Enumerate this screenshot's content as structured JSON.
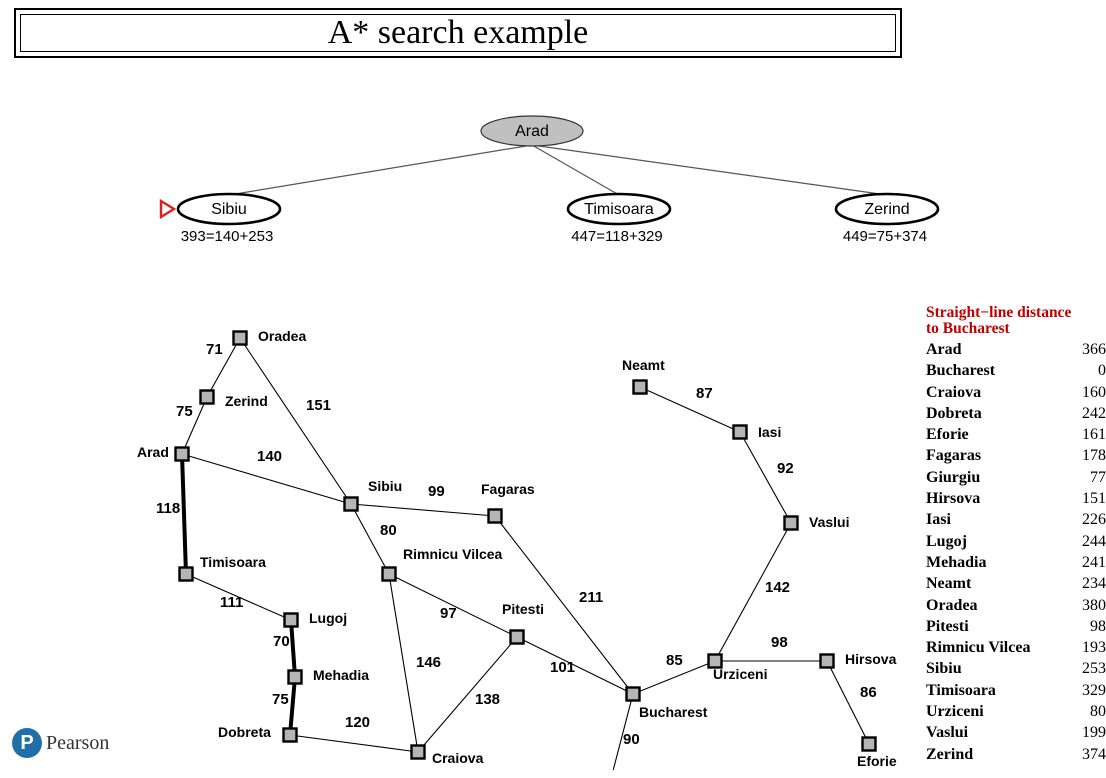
{
  "title": "A* search example",
  "tree": {
    "root": "Arad",
    "children": [
      {
        "name": "Sibiu",
        "score": "393=140+253",
        "marked": true
      },
      {
        "name": "Timisoara",
        "score": "447=118+329",
        "marked": false
      },
      {
        "name": "Zerind",
        "score": "449=75+374",
        "marked": false
      }
    ]
  },
  "map": {
    "cities": [
      "Oradea",
      "Zerind",
      "Arad",
      "Timisoara",
      "Lugoj",
      "Mehadia",
      "Dobreta",
      "Craiova",
      "Rimnicu Vilcea",
      "Sibiu",
      "Fagaras",
      "Pitesti",
      "Bucharest",
      "Urziceni",
      "Hirsova",
      "Eforie",
      "Vaslui",
      "Iasi",
      "Neamt"
    ],
    "edges": [
      {
        "from": "Oradea",
        "to": "Zerind",
        "distance": "71"
      },
      {
        "from": "Oradea",
        "to": "Sibiu",
        "distance": "151"
      },
      {
        "from": "Zerind",
        "to": "Arad",
        "distance": "75"
      },
      {
        "from": "Arad",
        "to": "Sibiu",
        "distance": "140"
      },
      {
        "from": "Arad",
        "to": "Timisoara",
        "distance": "118",
        "highlight": true
      },
      {
        "from": "Timisoara",
        "to": "Lugoj",
        "distance": "111"
      },
      {
        "from": "Lugoj",
        "to": "Mehadia",
        "distance": "70",
        "highlight": true
      },
      {
        "from": "Mehadia",
        "to": "Dobreta",
        "distance": "75",
        "highlight": true
      },
      {
        "from": "Dobreta",
        "to": "Craiova",
        "distance": "120"
      },
      {
        "from": "Sibiu",
        "to": "Fagaras",
        "distance": "99"
      },
      {
        "from": "Sibiu",
        "to": "Rimnicu Vilcea",
        "distance": "80"
      },
      {
        "from": "Rimnicu Vilcea",
        "to": "Pitesti",
        "distance": "97"
      },
      {
        "from": "Rimnicu Vilcea",
        "to": "Craiova",
        "distance": "146"
      },
      {
        "from": "Craiova",
        "to": "Pitesti",
        "distance": "138"
      },
      {
        "from": "Pitesti",
        "to": "Bucharest",
        "distance": "101"
      },
      {
        "from": "Fagaras",
        "to": "Bucharest",
        "distance": "211"
      },
      {
        "from": "Bucharest",
        "to": "Urziceni",
        "distance": "85"
      },
      {
        "from": "Bucharest",
        "to": "Giurgiu",
        "distance": "90"
      },
      {
        "from": "Urziceni",
        "to": "Hirsova",
        "distance": "98"
      },
      {
        "from": "Hirsova",
        "to": "Eforie",
        "distance": "86"
      },
      {
        "from": "Urziceni",
        "to": "Vaslui",
        "distance": "142"
      },
      {
        "from": "Vaslui",
        "to": "Iasi",
        "distance": "92"
      },
      {
        "from": "Iasi",
        "to": "Neamt",
        "distance": "87"
      }
    ]
  },
  "sld": {
    "title_line1": "Straight−line distance",
    "title_line2": "to Bucharest",
    "rows": [
      {
        "city": "Arad",
        "value": "366"
      },
      {
        "city": "Bucharest",
        "value": "0"
      },
      {
        "city": "Craiova",
        "value": "160"
      },
      {
        "city": "Dobreta",
        "value": "242"
      },
      {
        "city": "Eforie",
        "value": "161"
      },
      {
        "city": "Fagaras",
        "value": "178"
      },
      {
        "city": "Giurgiu",
        "value": "77"
      },
      {
        "city": "Hirsova",
        "value": "151"
      },
      {
        "city": "Iasi",
        "value": "226"
      },
      {
        "city": "Lugoj",
        "value": "244"
      },
      {
        "city": "Mehadia",
        "value": "241"
      },
      {
        "city": "Neamt",
        "value": "234"
      },
      {
        "city": "Oradea",
        "value": "380"
      },
      {
        "city": "Pitesti",
        "value": "98"
      },
      {
        "city": "Rimnicu Vilcea",
        "value": "193"
      },
      {
        "city": "Sibiu",
        "value": "253"
      },
      {
        "city": "Timisoara",
        "value": "329"
      },
      {
        "city": "Urziceni",
        "value": "80"
      },
      {
        "city": "Vaslui",
        "value": "199"
      },
      {
        "city": "Zerind",
        "value": "374"
      }
    ]
  },
  "footer": {
    "brand": "Pearson",
    "logo_letter": "P"
  }
}
